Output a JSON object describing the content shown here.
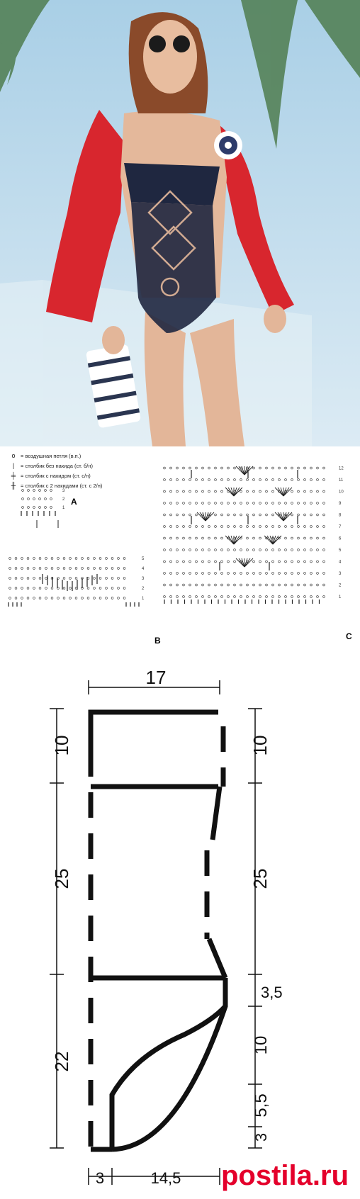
{
  "legend": [
    {
      "symbol": "o",
      "icon": "chain-stitch-icon",
      "text": "= воздушная петля (в.п.)"
    },
    {
      "symbol": "|",
      "icon": "single-crochet-icon",
      "text": "= столбик без накида (ст. б/н)"
    },
    {
      "symbol": "╪",
      "icon": "double-crochet-icon",
      "text": "= столбик с накидом (ст. с/н)"
    },
    {
      "symbol": "╫",
      "icon": "treble-crochet-icon",
      "text": "= столбик с 2 накидами (ст. с 2/н)"
    }
  ],
  "chart_a": {
    "label": "A",
    "rows": [
      "1",
      "2",
      "3"
    ]
  },
  "chart_b": {
    "label": "B",
    "rows": [
      "1",
      "2",
      "3",
      "4",
      "5"
    ]
  },
  "chart_c": {
    "label": "C",
    "rows": [
      "1",
      "2",
      "3",
      "4",
      "5",
      "6",
      "7",
      "8",
      "9",
      "10",
      "11",
      "12"
    ]
  },
  "dimensions": {
    "top_width": "17",
    "left": [
      "10",
      "25",
      "22"
    ],
    "right": [
      "10",
      "25",
      "3,5",
      "10",
      "5,5",
      "3"
    ],
    "bottom": [
      "3",
      "14,5"
    ]
  },
  "watermark": {
    "text": "postila.ru",
    "color": "#e4002b"
  },
  "colors": {
    "jacket": "#d8262e",
    "swimsuit": "#1f2740",
    "sky": "#bcd9ec"
  }
}
